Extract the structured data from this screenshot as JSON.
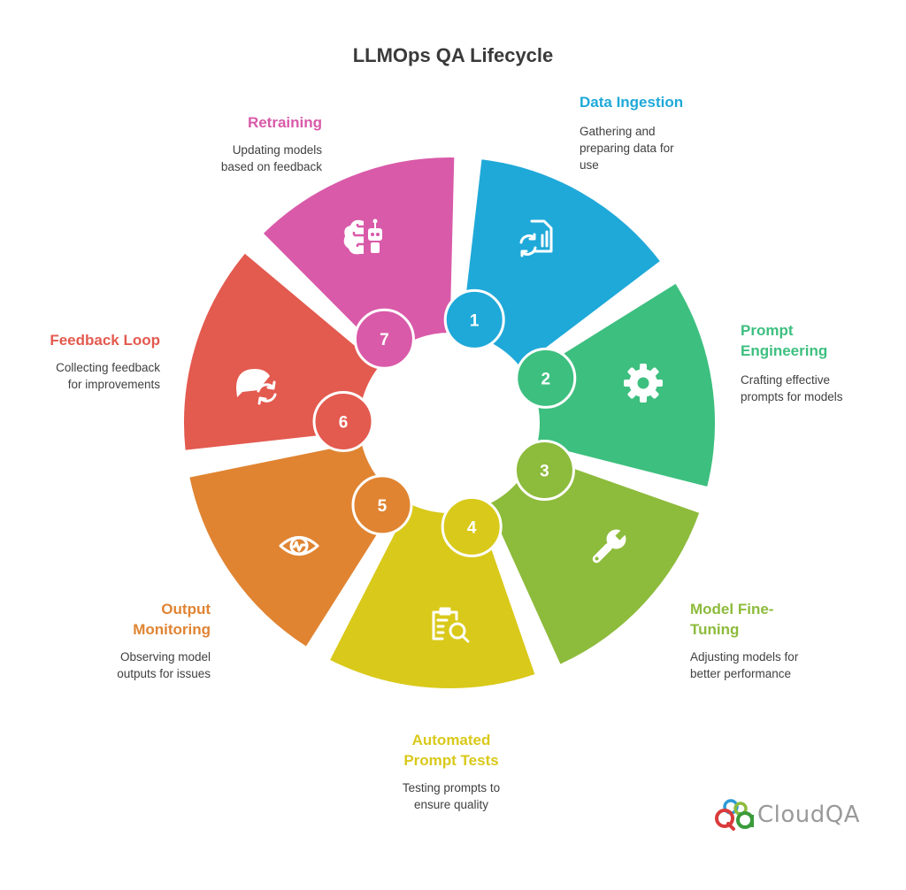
{
  "title": "LLMOps QA Lifecycle",
  "stages": [
    {
      "number": "1",
      "title": "Data Ingestion",
      "title_line2": "",
      "description": "Gathering and preparing data for use",
      "desc_line1": "Gathering and",
      "desc_line2": "preparing data for",
      "desc_line3": "use",
      "color": "#1fa9d9",
      "icon": "data-refresh-icon"
    },
    {
      "number": "2",
      "title": "Prompt",
      "title_line2": "Engineering",
      "description": "Crafting effective prompts for models",
      "desc_line1": "Crafting effective",
      "desc_line2": "prompts for models",
      "desc_line3": "",
      "color": "#3dbf7f",
      "icon": "gear-icon"
    },
    {
      "number": "3",
      "title": "Model Fine-",
      "title_line2": "Tuning",
      "description": "Adjusting models for better performance",
      "desc_line1": "Adjusting models for",
      "desc_line2": "better performance",
      "desc_line3": "",
      "color": "#8dbb3c",
      "icon": "wrench-icon"
    },
    {
      "number": "4",
      "title": "Automated",
      "title_line2": "Prompt Tests",
      "description": "Testing prompts to ensure quality",
      "desc_line1": "Testing prompts to",
      "desc_line2": "ensure quality",
      "desc_line3": "",
      "color": "#d9c91a",
      "icon": "clipboard-search-icon"
    },
    {
      "number": "5",
      "title": "Output",
      "title_line2": "Monitoring",
      "description": "Observing model outputs for issues",
      "desc_line1": "Observing model",
      "desc_line2": "outputs for issues",
      "desc_line3": "",
      "color": "#e08432",
      "icon": "eye-pulse-icon"
    },
    {
      "number": "6",
      "title": "Feedback Loop",
      "title_line2": "",
      "description": "Collecting feedback for improvements",
      "desc_line1": "Collecting feedback",
      "desc_line2": "for improvements",
      "desc_line3": "",
      "color": "#e35a4f",
      "icon": "chat-refresh-icon"
    },
    {
      "number": "7",
      "title": "Retraining",
      "title_line2": "",
      "description": "Updating models based on feedback",
      "desc_line1": "Updating models",
      "desc_line2": "based on feedback",
      "desc_line3": "",
      "color": "#d95aa9",
      "icon": "brain-robot-icon"
    }
  ],
  "logo": {
    "text": "CloudQA",
    "mark": "Qa"
  }
}
